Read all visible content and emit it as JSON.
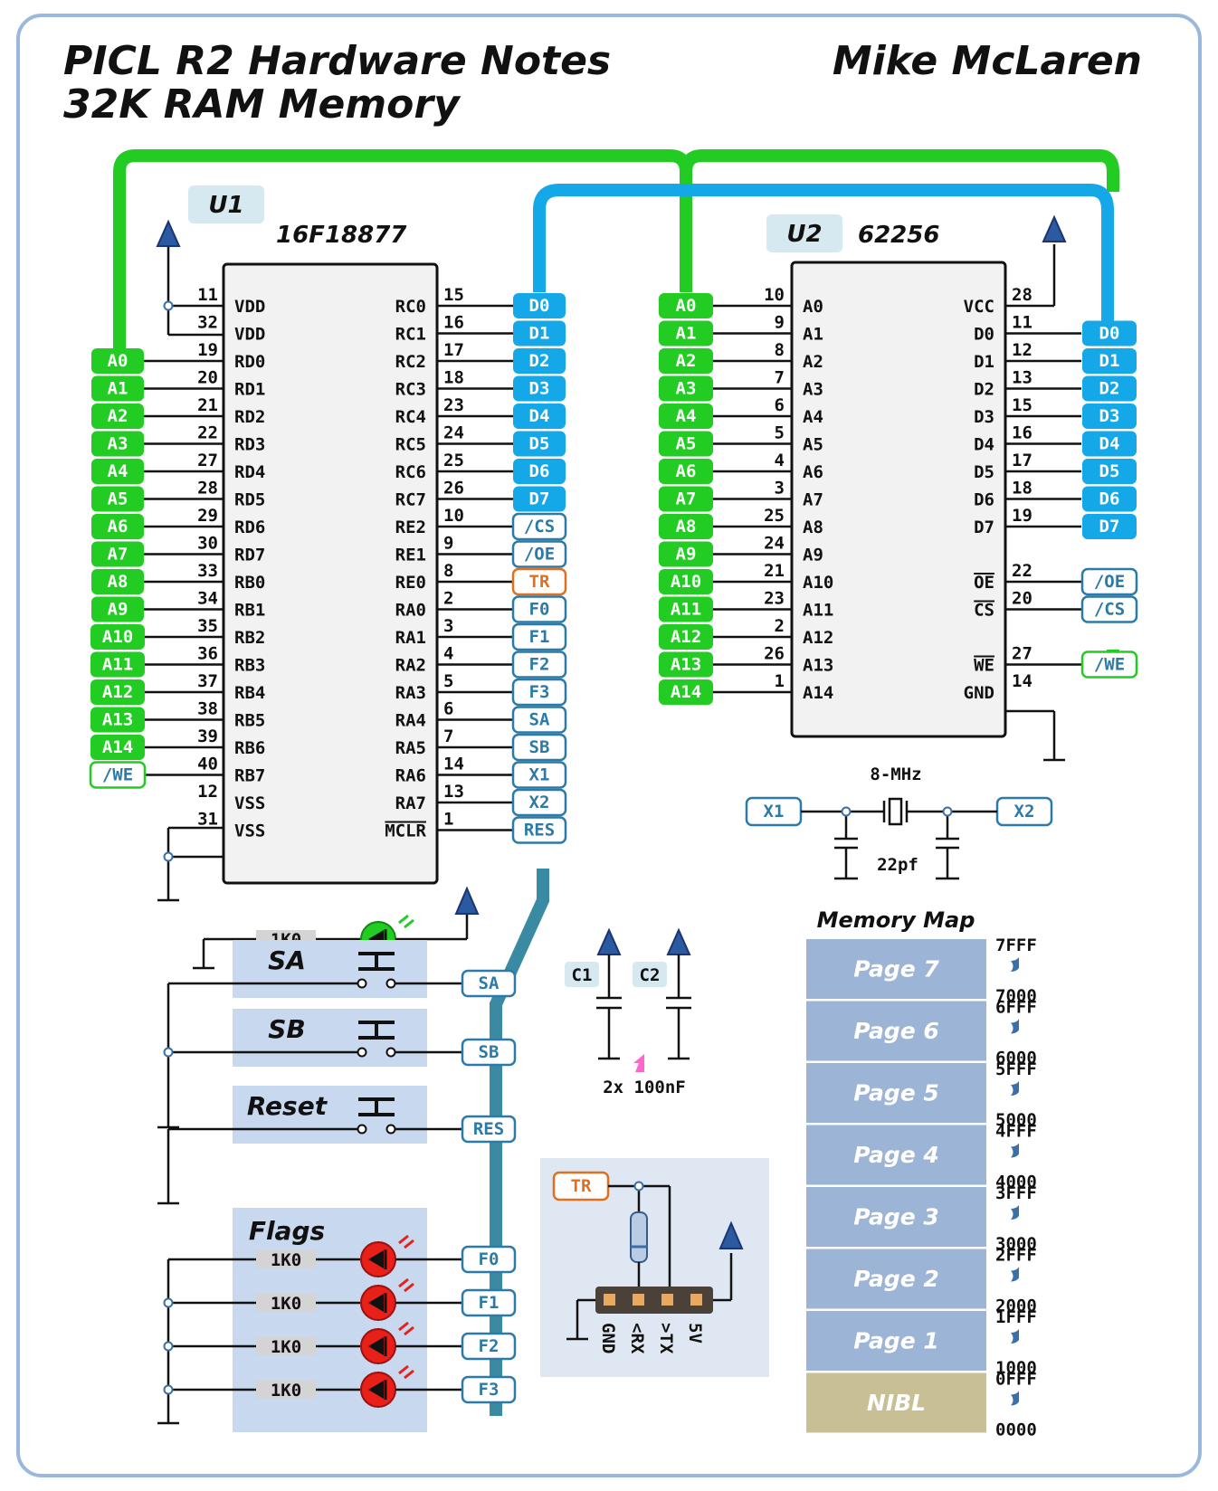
{
  "title_line1": "PICL R2 Hardware Notes",
  "title_line2": "32K RAM Memory",
  "author": "Mike McLaren",
  "u1": {
    "ref": "U1",
    "part": "16F18877",
    "left_pins": [
      {
        "num": "11",
        "name": "VDD",
        "tag": ""
      },
      {
        "num": "32",
        "name": "VDD",
        "tag": ""
      },
      {
        "num": "19",
        "name": "RD0",
        "tag": "A0"
      },
      {
        "num": "20",
        "name": "RD1",
        "tag": "A1"
      },
      {
        "num": "21",
        "name": "RD2",
        "tag": "A2"
      },
      {
        "num": "22",
        "name": "RD3",
        "tag": "A3"
      },
      {
        "num": "27",
        "name": "RD4",
        "tag": "A4"
      },
      {
        "num": "28",
        "name": "RD5",
        "tag": "A5"
      },
      {
        "num": "29",
        "name": "RD6",
        "tag": "A6"
      },
      {
        "num": "30",
        "name": "RD7",
        "tag": "A7"
      },
      {
        "num": "33",
        "name": "RB0",
        "tag": "A8"
      },
      {
        "num": "34",
        "name": "RB1",
        "tag": "A9"
      },
      {
        "num": "35",
        "name": "RB2",
        "tag": "A10"
      },
      {
        "num": "36",
        "name": "RB3",
        "tag": "A11"
      },
      {
        "num": "37",
        "name": "RB4",
        "tag": "A12"
      },
      {
        "num": "38",
        "name": "RB5",
        "tag": "A13"
      },
      {
        "num": "39",
        "name": "RB6",
        "tag": "A14"
      },
      {
        "num": "40",
        "name": "RB7",
        "tag": "/WE"
      },
      {
        "num": "12",
        "name": "VSS",
        "tag": ""
      },
      {
        "num": "31",
        "name": "VSS",
        "tag": ""
      }
    ],
    "right_pins": [
      {
        "num": "15",
        "name": "RC0",
        "tag": "D0"
      },
      {
        "num": "16",
        "name": "RC1",
        "tag": "D1"
      },
      {
        "num": "17",
        "name": "RC2",
        "tag": "D2"
      },
      {
        "num": "18",
        "name": "RC3",
        "tag": "D3"
      },
      {
        "num": "23",
        "name": "RC4",
        "tag": "D4"
      },
      {
        "num": "24",
        "name": "RC5",
        "tag": "D5"
      },
      {
        "num": "25",
        "name": "RC6",
        "tag": "D6"
      },
      {
        "num": "26",
        "name": "RC7",
        "tag": "D7"
      },
      {
        "num": "10",
        "name": "RE2",
        "tag": "/CS"
      },
      {
        "num": "9",
        "name": "RE1",
        "tag": "/OE"
      },
      {
        "num": "8",
        "name": "RE0",
        "tag": "TR"
      },
      {
        "num": "2",
        "name": "RA0",
        "tag": "F0"
      },
      {
        "num": "3",
        "name": "RA1",
        "tag": "F1"
      },
      {
        "num": "4",
        "name": "RA2",
        "tag": "F2"
      },
      {
        "num": "5",
        "name": "RA3",
        "tag": "F3"
      },
      {
        "num": "6",
        "name": "RA4",
        "tag": "SA"
      },
      {
        "num": "7",
        "name": "RA5",
        "tag": "SB"
      },
      {
        "num": "14",
        "name": "RA6",
        "tag": "X1"
      },
      {
        "num": "13",
        "name": "RA7",
        "tag": "X2"
      },
      {
        "num": "1",
        "name": "MCLR",
        "tag": "RES"
      }
    ]
  },
  "u2": {
    "ref": "U2",
    "part": "62256",
    "left_pins": [
      {
        "num": "10",
        "name": "A0",
        "tag": "A0"
      },
      {
        "num": "9",
        "name": "A1",
        "tag": "A1"
      },
      {
        "num": "8",
        "name": "A2",
        "tag": "A2"
      },
      {
        "num": "7",
        "name": "A3",
        "tag": "A3"
      },
      {
        "num": "6",
        "name": "A4",
        "tag": "A4"
      },
      {
        "num": "5",
        "name": "A5",
        "tag": "A5"
      },
      {
        "num": "4",
        "name": "A6",
        "tag": "A6"
      },
      {
        "num": "3",
        "name": "A7",
        "tag": "A7"
      },
      {
        "num": "25",
        "name": "A8",
        "tag": "A8"
      },
      {
        "num": "24",
        "name": "A9",
        "tag": "A9"
      },
      {
        "num": "21",
        "name": "A10",
        "tag": "A10"
      },
      {
        "num": "23",
        "name": "A11",
        "tag": "A11"
      },
      {
        "num": "2",
        "name": "A12",
        "tag": "A12"
      },
      {
        "num": "26",
        "name": "A13",
        "tag": "A13"
      },
      {
        "num": "1",
        "name": "A14",
        "tag": "A14"
      }
    ],
    "right_pins": [
      {
        "num": "28",
        "name": "VCC",
        "tag": ""
      },
      {
        "num": "11",
        "name": "D0",
        "tag": "D0"
      },
      {
        "num": "12",
        "name": "D1",
        "tag": "D1"
      },
      {
        "num": "13",
        "name": "D2",
        "tag": "D2"
      },
      {
        "num": "15",
        "name": "D3",
        "tag": "D3"
      },
      {
        "num": "16",
        "name": "D4",
        "tag": "D4"
      },
      {
        "num": "17",
        "name": "D5",
        "tag": "D5"
      },
      {
        "num": "18",
        "name": "D6",
        "tag": "D6"
      },
      {
        "num": "19",
        "name": "D7",
        "tag": "D7"
      },
      {
        "num": "",
        "name": "",
        "tag": ""
      },
      {
        "num": "22",
        "name": "OE",
        "tag": "/OE"
      },
      {
        "num": "20",
        "name": "CS",
        "tag": "/CS"
      },
      {
        "num": "",
        "name": "",
        "tag": ""
      },
      {
        "num": "27",
        "name": "WE",
        "tag": "/WE"
      },
      {
        "num": "14",
        "name": "GND",
        "tag": ""
      }
    ]
  },
  "crystal": {
    "x1": "X1",
    "x2": "X2",
    "freq": "8-MHz",
    "cap": "22pf"
  },
  "power_led_resistor": "1K0",
  "caps": {
    "c1": "C1",
    "c2": "C2",
    "value": "2x 100nF"
  },
  "buttons": [
    {
      "label": "SA",
      "tag": "SA"
    },
    {
      "label": "SB",
      "tag": "SB"
    },
    {
      "label": "Reset",
      "tag": "RES"
    }
  ],
  "flags": {
    "label": "Flags",
    "items": [
      {
        "res": "1K0",
        "tag": "F0"
      },
      {
        "res": "1K0",
        "tag": "F1"
      },
      {
        "res": "1K0",
        "tag": "F2"
      },
      {
        "res": "1K0",
        "tag": "F3"
      }
    ]
  },
  "serial": {
    "tr": "TR",
    "pins": [
      "GND",
      "<RX",
      ">TX",
      "5V"
    ]
  },
  "memory_map": {
    "title": "Memory Map",
    "blocks": [
      {
        "label": "Page 7",
        "hi": "7FFF",
        "lo": "7000"
      },
      {
        "label": "Page 6",
        "hi": "6FFF",
        "lo": "6000"
      },
      {
        "label": "Page 5",
        "hi": "5FFF",
        "lo": "5000"
      },
      {
        "label": "Page 4",
        "hi": "4FFF",
        "lo": "4000"
      },
      {
        "label": "Page 3",
        "hi": "3FFF",
        "lo": "3000"
      },
      {
        "label": "Page 2",
        "hi": "2FFF",
        "lo": "2000"
      },
      {
        "label": "Page 1",
        "hi": "1FFF",
        "lo": "1000"
      },
      {
        "label": "NIBL",
        "hi": "0FFF",
        "lo": "0000"
      }
    ]
  },
  "colors": {
    "addr_bus": "#22cc22",
    "data_bus": "#14a8e8",
    "ctrl_border": "#2b7aa8",
    "tr_orange": "#e07020",
    "panel": "#c8d8ee",
    "page_block": "#9cb4d6",
    "nibl_block": "#c9bf94",
    "frame": "#9ab8de",
    "teal_line": "#3a8aa4"
  }
}
